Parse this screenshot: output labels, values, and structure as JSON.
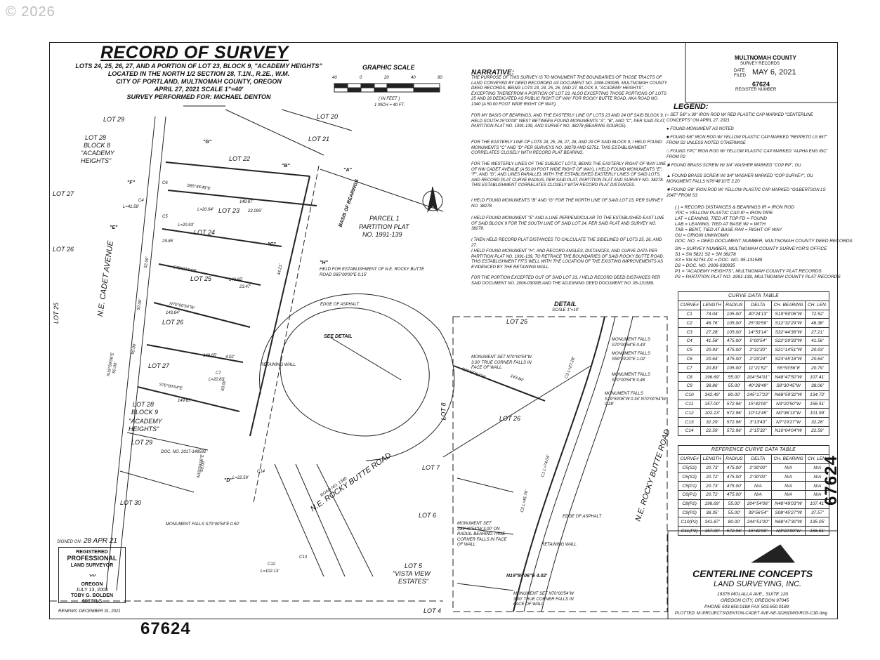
{
  "watermark": "© 2026",
  "title": "RECORD OF SURVEY",
  "subtitle_lines": [
    "LOTS 24, 25, 26, 27, AND A PORTION OF LOT 23, BLOCK 9, \"ACADEMY HEIGHTS\"",
    "LOCATED IN THE NORTH 1/2 SECTION 28, T.1N., R.2E., W.M.",
    "CITY OF PORTLAND, MULTNOMAH COUNTY, OREGON",
    "APRIL 27, 2021      SCALE 1\"=40'",
    "SURVEY PERFORMED FOR: MICHAEL DENTON"
  ],
  "graphic_scale": {
    "title": "GRAPHIC SCALE",
    "ticks": [
      "40",
      "0",
      "20",
      "40",
      "80"
    ],
    "unit": "( IN FEET )",
    "ratio": "1 INCH = 40 FT."
  },
  "county_box": {
    "county": "MULTNOMAH COUNTY",
    "records": "SURVEY RECORDS",
    "date_label": "DATE FILED",
    "date": "MAY 6, 2021",
    "register": "67624",
    "register_label": "REGISTER NUMBER"
  },
  "narrative": {
    "heading": "NARRATIVE:",
    "paragraphs": [
      "THE PURPOSE OF THIS SURVEY IS TO MONUMENT THE BOUNDARIES OF THOSE TRACTS OF LAND CONVEYED BY DEED RECORDED AS DOCUMENT NO. 2006-030935, MULTNOMAH COUNTY DEED RECORDS, BEING LOTS 23, 24, 25, 26, AND 27, BLOCK 9, \"ACADEMY HEIGHTS\", EXCEPTING THEREFROM A PORTION OF LOT 23, ALSO EXCEPTING THOSE PORTIONS OF LOTS 25 AND 26 DEDICATED AS PUBLIC RIGHT OF WAY FOR ROCKY BUTTE ROAD, AKA ROAD NO. 1340 (A 50.00 FOOT WIDE RIGHT OF WAY).",
      "FOR MY BASIS OF BEARINGS, AND THE EASTERLY LINE OF LOTS 23 AND 24 OF SAID BLOCK 9, I HELD SOUTH 25°00'00\" WEST BETWEEN FOUND MONUMENTS \"A\", \"B\", AND \"C\", PER SAID PLAT, PARTITION PLAT NO. 1991-139, AND SURVEY NO. 38278 (BEARING SOURCE).",
      "FOR THE EASTERLY LINE OF LOTS 24, 25, 26, 27, 28, AND 29 OF SAID BLOCK 9, I HELD FOUND MONUMENTS \"C\" AND \"D\" PER SURVEYS NO. 38278 AND 52751. THIS ESTABLISHMENT CORRELATES CLOSELY WITH RECORD PLAT BEARING.",
      "FOR THE WESTERLY LINES OF THE SUBJECT LOTS, BEING THE EASTERLY RIGHT OF WAY LINE OF NW CADET AVENUE (A 50.00 FOOT WIDE RIGHT OF WAY), I HELD FOUND MONUMENTS \"E\", \"F\", AND \"G\", AND LINES PARALLEL WITH THE ESTABLISHED EASTERLY LINES OF SAID LOTS, AND RECORD PLAT CURVE RADIUS, PER SAID PLAT, PARTITION PLAT AND SURVEY NO. 38278. THIS ESTABLISHMENT CORRELATES CLOSELY WITH RECORD PLAT DISTANCES.",
      "I HELD FOUND MONUMENTS \"B\" AND \"G\" FOR THE NORTH LINE OF SAID LOT 23, PER SURVEY NO. 38278.",
      "I HELD FOUND MONUMENT \"E\" AND A LINE PERPENDICULAR TO THE ESTABLISHED EAST LINE OF SAID BLOCK 9 FOR THE SOUTH LINE OF SAID LOT 24, PER SAID PLAT AND SURVEY NO. 38278.",
      "I THEN HELD RECORD PLAT DISTANCES TO CALCULATE THE SIDELINES OF LOTS 25, 26, AND 27.",
      "I HELD FOUND MONUMENT \"H\", AND RECORD ANGLES, DISTANCES, AND CURVE DATA PER PARTITION PLAT NO. 1991-139, TO RETRACE THE BOUNDARIES OF SAID ROCKY BUTTE ROAD. THIS ESTABLISHMENT FITS WELL WITH THE LOCATION OF THE EXISTING IMPROVEMENTS AS EVIDENCED BY THE RETAINING WALL.",
      "FOR THE PORTION EXCEPTED OUT OF SAID LOT 23, I HELD RECORD DEED DISTANCES PER SAID DOCUMENT NO. 2006-030935 AND THE ADJOINING DEED DOCUMENT NO. 95-131589."
    ]
  },
  "legend": {
    "heading": "LEGEND:",
    "symbols": [
      "SET 5/8\" x 30\" IRON ROD W/ RED PLASTIC CAP MARKED \"CENTERLINE CONCEPTS\" ON APRIL 27, 2021",
      "FOUND MONUMENT AS NOTED",
      "FOUND 5/8\" IRON ROD W/ YELLOW PLASTIC CAP MARKED \"REPPETO LS 657\" FROM S2 UNLESS NOTED OTHERWISE",
      "FOUND YPC\" IRON ROD W/ YELLOW PLASTIC CAP MARKED \"ALPHA ENG INC\" FROM P2",
      "FOUND BRASS SCREW W/ 3/4\" WASHER MARKED \"COP RP\", OU",
      "FOUND BRASS SCREW W/ 3/4\" WASHER MARKED \"COP SURVEY\", OU MONUMENT FALLS N76°48'10\"E 3.20'",
      "FOUND 5/8\" IRON ROD W/ YELLOW PLASTIC CAP MARKED \"GILBERTSON LS 2047\" FROM S3"
    ],
    "abbrev": [
      "( ) = RECORD DISTANCES & BEARINGS      IR = IRON ROD",
      "YPC = YELLOW PLASTIC CAP                 IP = IRON PIPE",
      "LAT = LEANING, TIED AT TOP              FD = FOUND",
      "LAB = LEANING, TIED AT BASE              W/ = WITH",
      "TAB = BENT, TIED AT BASE                 R/W = RIGHT OF WAY",
      "OU = ORIGIN UNKNOWN",
      "DOC. NO. = DEED DOCUMENT NUMBER, MULTNOMAH COUNTY DEED RECORDS",
      "SN = SURVEY NUMBER, MULTNOMAH COUNTY SURVEYOR'S OFFICE",
      "S1 = SN 5821          S2 = SN 38278",
      "S3 = SN 52751         D1 = DOC. NO. 95-131589",
      "D2 = DOC. NO. 2006-030935",
      "P1 = \"ACADEMY HEIGHTS\", MULTNOMAH COUNTY PLAT RECORDS",
      "P2 = PARTITION PLAT NO. 1991-139, MULTNOMAH COUNTY PLAT RECORDS"
    ]
  },
  "curve_table": {
    "title": "CURVE DATA TABLE",
    "headers": [
      "CURVE#",
      "LENGTH",
      "RADIUS",
      "DELTA",
      "CH. BEARING",
      "CH. LEN."
    ],
    "rows": [
      [
        "C1",
        "74.04'",
        "105.00'",
        "40°24'13\"",
        "S19°59'06\"W",
        "72.52'"
      ],
      [
        "C2",
        "46.76'",
        "105.00'",
        "25°30'59\"",
        "S12°32'29\"W",
        "46.38'"
      ],
      [
        "C3",
        "27.28'",
        "105.00'",
        "14°53'14\"",
        "S32°44'36\"W",
        "27.21'"
      ],
      [
        "C4",
        "41.58'",
        "475.00'",
        "5°00'54\"",
        "S22°29'33\"W",
        "41.56'"
      ],
      [
        "C5",
        "20.93'",
        "475.00'",
        "2°31'30\"",
        "S21°14'51\"W",
        "20.93'"
      ],
      [
        "C6",
        "20.64'",
        "475.00'",
        "2°29'24\"",
        "S23°45'18\"W",
        "20.64'"
      ],
      [
        "C7",
        "20.83'",
        "105.00'",
        "11°21'52\"",
        "S5°53'56\"E",
        "20.79'"
      ],
      [
        "C8",
        "196.69'",
        "55.00'",
        "204°54'01\"",
        "N48°47'50\"W",
        "107.41'"
      ],
      [
        "C9",
        "38.86'",
        "55.00'",
        "40°28'49\"",
        "S8°30'45\"W",
        "38.06'"
      ],
      [
        "C10",
        "342.49'",
        "80.00'",
        "245°17'23\"",
        "N68°59'32\"W",
        "134.72'"
      ],
      [
        "C11",
        "157.00'",
        "572.96'",
        "15°42'00\"",
        "N3°20'50\"W",
        "156.51'"
      ],
      [
        "C12",
        "102.13'",
        "572.96'",
        "10°12'45\"",
        "N0°36'13\"W",
        "101.99'"
      ],
      [
        "C13",
        "32.29'",
        "572.96'",
        "3°13'43\"",
        "N7°19'27\"W",
        "32.28'"
      ],
      [
        "C14",
        "22.59'",
        "572.96'",
        "2°15'32\"",
        "N10°04'04\"W",
        "22.59'"
      ]
    ]
  },
  "ref_table": {
    "title": "REFERENCE CURVE DATA TABLE",
    "headers": [
      "CURVE#",
      "LENGTH",
      "RADIUS",
      "DELTA",
      "CH. BEARING",
      "CH. LEN."
    ],
    "rows": [
      [
        "C5(S2)",
        "20.73'",
        "475.00'",
        "2°30'00\"",
        "N/A",
        "N/A"
      ],
      [
        "C6(S2)",
        "20.72'",
        "475.00'",
        "2°30'00\"",
        "N/A",
        "N/A"
      ],
      [
        "C5(P1)",
        "20.73'",
        "475.00'",
        "N/A",
        "N/A",
        "N/A"
      ],
      [
        "C6(P1)",
        "20.72'",
        "475.00'",
        "N/A",
        "N/A",
        "N/A"
      ],
      [
        "C8(P2)",
        "196.69'",
        "55.00'",
        "204°54'06\"",
        "N48°49'03\"W",
        "107.41'"
      ],
      [
        "C9(P2)",
        "38.35'",
        "55.00'",
        "39°56'54\"",
        "S08°45'27\"W",
        "37.57'"
      ],
      [
        "C10(P2)",
        "341.87'",
        "80.00'",
        "244°51'00\"",
        "N68°47'30\"W",
        "135.05'"
      ],
      [
        "C11(P2)",
        "157.00'",
        "572.96'",
        "15°42'00\"",
        "N3°22'00\"W",
        "156.51'"
      ]
    ]
  },
  "plan": {
    "lots": [
      "LOT 29",
      "LOT 28",
      "BLOCK 8",
      "\"ACADEMY",
      "HEIGHTS\"",
      "LOT 27",
      "LOT 26",
      "LOT 25",
      "LOT 20",
      "LOT 21",
      "LOT 22",
      "LOT 23",
      "LOT 24",
      "LOT 25",
      "LOT 26",
      "LOT 27",
      "LOT 28",
      "BLOCK 9",
      "\"ACADEMY",
      "HEIGHTS\"",
      "LOT 29",
      "LOT 30",
      "LOT 8",
      "LOT 7",
      "LOT 6",
      "LOT 5",
      "\"VISTA VIEW",
      "ESTATES\"",
      "LOT 4"
    ],
    "parcel": [
      "PARCEL 1",
      "PARTITION PLAT",
      "NO. 1991-139"
    ],
    "street_left": "N.E. CADET AVENUE",
    "street_right": "N.E. ROCKY BUTTE ROAD",
    "road_no": "ROAD NO. 1340",
    "basis": "BASIS OF BEARINGS",
    "monuments": [
      "\"A\"",
      "\"B\"",
      "\"C\"",
      "\"D\"",
      "\"E\"",
      "\"F\"",
      "\"G\"",
      "\"H\""
    ],
    "h_note": "HELD FOR ESTABLISHMENT OF N.E. ROCKY BUTTE ROAD S65°00'00\"E 0.15'",
    "see_detail": "SEE DETAIL",
    "retaining_wall": "RETAINING WALL",
    "edge_asphalt": "EDGE OF ASPHALT",
    "doc_no": "DOC. NO. 2017-148592",
    "bearings": [
      "S70°00'54\"E",
      "149.85'",
      "N70°00'54\"W",
      "143.84'",
      "149.85'",
      "S70°00'54\"E",
      "149.85'",
      "149.87'",
      "22.095'",
      "23.47'",
      "52.00'",
      "50.00'",
      "50.00'",
      "50.00'",
      "4.02'",
      "44.21'",
      "S65°45'45\"E",
      "L=20.64'",
      "L=41.58'",
      "L=20.93'",
      "29.85'",
      "N19°59'06\"E",
      "50.00'",
      "N19°59'06\"E",
      "50.00'",
      "C4",
      "C5",
      "C6",
      "C7",
      "L=20.83'",
      "C14",
      "L=22.59'",
      "C12",
      "L=102.13'",
      "C13"
    ],
    "monument_falls": "MONUMENT FALLS S70°00'54\"E 0.50'"
  },
  "detail": {
    "title": "DETAIL",
    "scale": "SCALE 1\"=10'",
    "lot25": "LOT 25",
    "lot26": "LOT 26",
    "road": "N.E. ROCKY BUTTE ROAD",
    "notes": [
      "MONUMENT FALLS S70°00'54\"E 0.43'",
      "MONUMENT FALLS S59°29'20\"E 1.02'",
      "MONUMENT FALLS S70°00'54\"E 0.46'",
      "MONUMENT FALLS S19°59'06\"W 0.34' N70°00'54\"W 0.28'",
      "MONUMENT SET N70°00'54\"W 3.00' TRUE CORNER FALLS IN FACE OF WALL",
      "MONUMENT SET S89°40'54\"W 3.00' ON RADIAL BEARING TRUE CORNER FALLS IN FACE OF WALL",
      "MONUMENT SET N70°00'54\"W 3.00' TRUE CORNER FALLS IN FACE OF WALL"
    ],
    "bearing_main": "N70°00'54\"W",
    "dist_main": "143.84'",
    "bottom_bearing": "N19°59'06\"E 4.02'",
    "c1": "C1 L=74.04'",
    "c2": "C2 L=46.76'",
    "c3": "C3 L=27.28'",
    "retaining": "RETAINING WALL",
    "edge": "EDGE OF ASPHALT"
  },
  "stamp": {
    "signed_on": "SIGNED ON:",
    "signed_date": "28 APR 21",
    "lines": [
      "REGISTERED",
      "PROFESSIONAL",
      "LAND SURVEYOR"
    ],
    "state": "OREGON",
    "date": "JULY 13, 2004",
    "name": "TOBY G. BOLDEN",
    "license": "60377LS",
    "renews": "RENEWS: DECEMBER 31, 2021"
  },
  "company": {
    "name": "CENTERLINE CONCEPTS",
    "sub": "LAND SURVEYING, INC.",
    "address": "19376 MOLALLA AVE., SUITE 120",
    "city": "OREGON CITY, OREGON 97045",
    "phone": "PHONE 503.650.0188   FAX 503.650.0189",
    "plotted": "PLOTTED: M:\\PROJECTS\\DENTON-CADET AVE-NE-3226\\DWG\\ROS-C3D.dwg"
  },
  "register_bottom": "67624",
  "register_side": "67624"
}
